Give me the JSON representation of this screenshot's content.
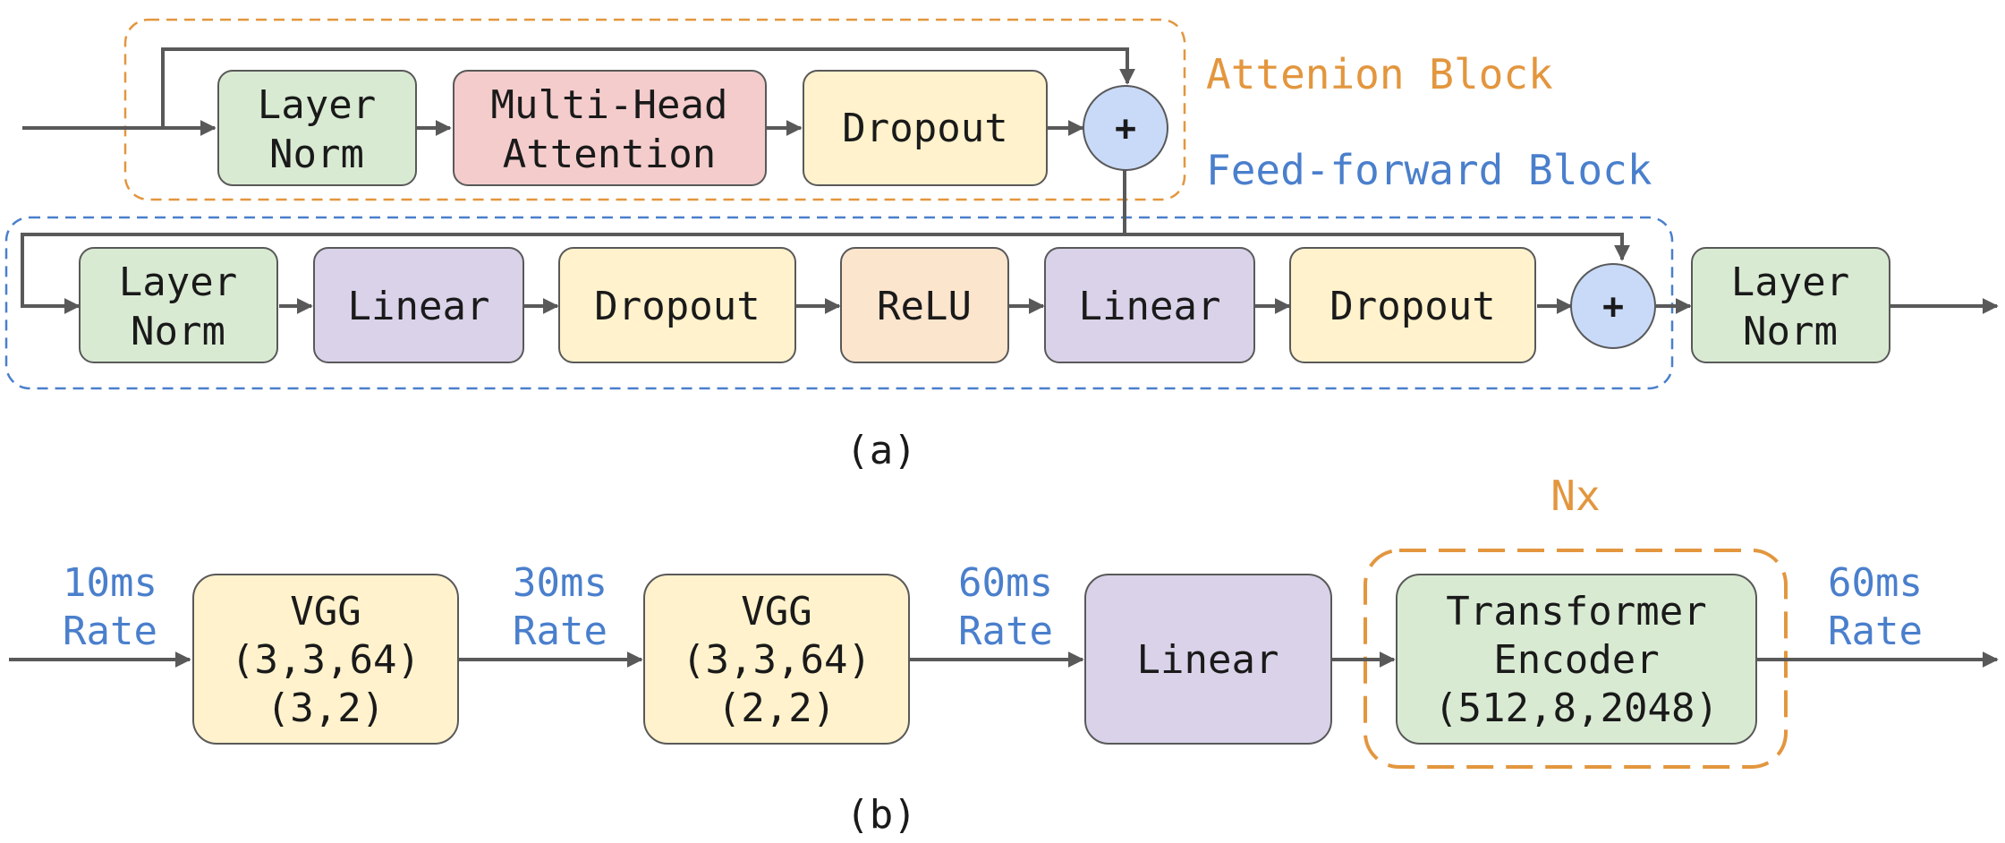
{
  "colors": {
    "green": "#d9ead3",
    "red": "#f4cccc",
    "yellow": "#fff2cc",
    "purple": "#d9d2e9",
    "orange": "#fce5cd",
    "blue": "#c9daf8",
    "orange_label": "#e3963e",
    "blue_label": "#4a7fcc",
    "wire": "#595959"
  },
  "part_a": {
    "attention_block_label": "Attenion Block",
    "ffn_block_label": "Feed-forward Block",
    "attn_layernorm": [
      "Layer",
      "Norm"
    ],
    "mha": [
      "Multi-Head",
      "Attention"
    ],
    "attn_dropout": "Dropout",
    "attn_add": "+",
    "ffn_layernorm": [
      "Layer",
      "Norm"
    ],
    "ffn_linear1": "Linear",
    "ffn_dropout1": "Dropout",
    "ffn_relu": "ReLU",
    "ffn_linear2": "Linear",
    "ffn_dropout2": "Dropout",
    "ffn_add": "+",
    "final_layernorm": [
      "Layer",
      "Norm"
    ],
    "caption": "(a)"
  },
  "part_b": {
    "rate_in": [
      "10ms",
      "Rate"
    ],
    "vgg1": [
      "VGG",
      "(3,3,64)",
      "(3,2)"
    ],
    "rate_1": [
      "30ms",
      "Rate"
    ],
    "vgg2": [
      "VGG",
      "(3,3,64)",
      "(2,2)"
    ],
    "rate_2": [
      "60ms",
      "Rate"
    ],
    "linear": "Linear",
    "repeat_label": "Nx",
    "transformer": [
      "Transformer",
      "Encoder",
      "(512,8,2048)"
    ],
    "rate_out": [
      "60ms",
      "Rate"
    ],
    "caption": "(b)"
  }
}
